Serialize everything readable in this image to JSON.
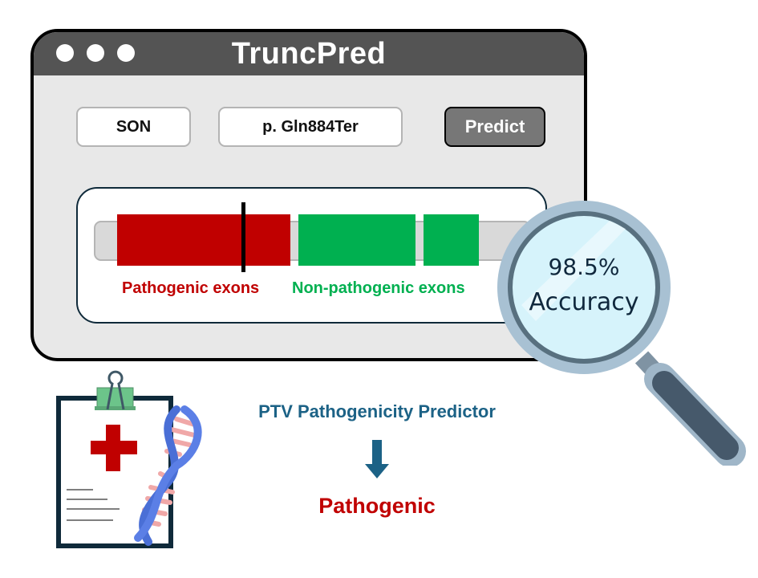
{
  "window": {
    "title": "TruncPred",
    "traffic_lights": [
      "window-dot",
      "window-dot",
      "window-dot"
    ]
  },
  "form": {
    "gene_value": "SON",
    "variant_value": "p. Gln884Ter",
    "predict_label": "Predict"
  },
  "exon_panel": {
    "legend_pathogenic": "Pathogenic exons",
    "legend_nonpathogenic": "Non-pathogenic exons",
    "exons": [
      {
        "class": "pathogenic",
        "color": "#c00000"
      },
      {
        "class": "non-pathogenic",
        "color": "#00b050"
      },
      {
        "class": "non-pathogenic",
        "color": "#00b050"
      }
    ],
    "variant_marker": "truncation-site-marker"
  },
  "magnifier": {
    "accuracy_value": "98.5%",
    "accuracy_label": "Accuracy"
  },
  "pipeline": {
    "subtitle": "PTV Pathogenicity Predictor",
    "arrow_icon": "arrow-down-icon",
    "result": "Pathogenic"
  },
  "illustration": {
    "icons": [
      "clipboard-icon",
      "medical-cross-icon",
      "dna-helix-icon",
      "binder-clip-icon"
    ]
  },
  "colors": {
    "titlebar": "#545454",
    "pathogenic": "#c00000",
    "non_pathogenic": "#00b050",
    "subtitle": "#1c6286",
    "lens": "#d6f3fb"
  }
}
